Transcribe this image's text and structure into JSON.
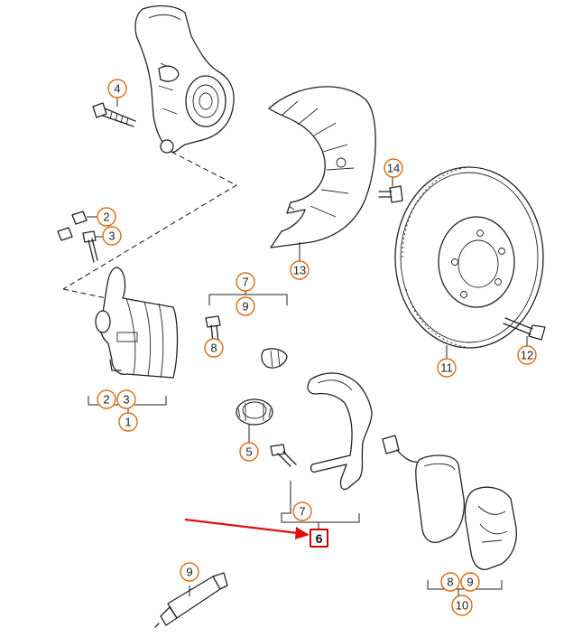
{
  "callouts": {
    "c1": "1",
    "c2a": "2",
    "c3a": "3",
    "c2b": "2",
    "c3b": "3",
    "c4": "4",
    "c5": "5",
    "c6": "6",
    "c7a": "7",
    "c9a": "9",
    "c7b": "7",
    "c8a": "8",
    "c8b": "8",
    "c9b": "9",
    "c9c": "9",
    "c10": "10",
    "c11": "11",
    "c12": "12",
    "c13": "13",
    "c14": "14"
  },
  "highlight": {
    "part_number": "6",
    "border_color": "#d00000",
    "arrow_color": "#e01010"
  },
  "colors": {
    "callout_ring": "#e06a10",
    "line": "#222222"
  }
}
